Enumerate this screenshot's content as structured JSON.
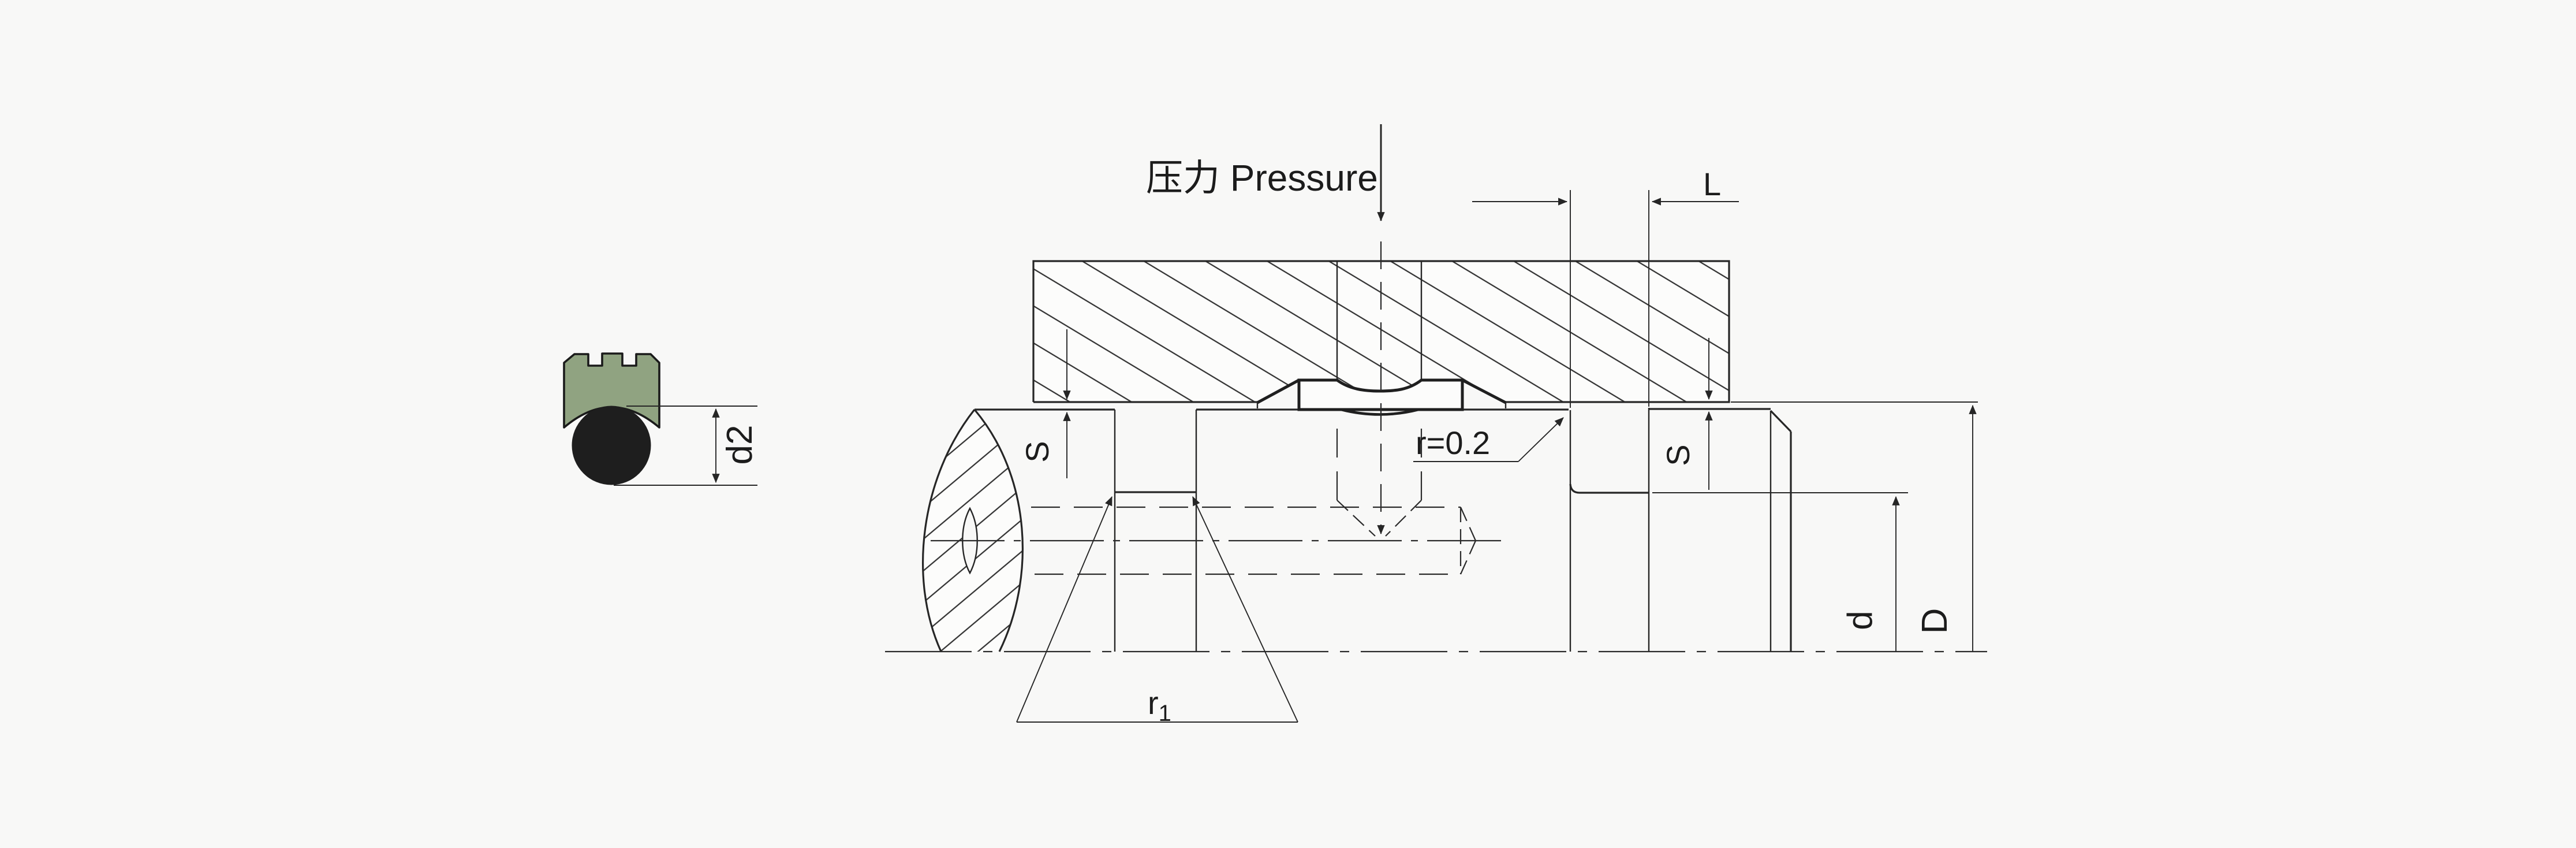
{
  "drawing": {
    "pressure_label": "压力 Pressure",
    "dims": {
      "groove_length": "L",
      "clearance_left": "S",
      "clearance_right": "S",
      "corner_radius_note": "r=0.2",
      "bottom_radius_base": "r",
      "bottom_radius_sub": "1",
      "seal_section_diameter": "d2",
      "rod_diameter": "d",
      "bore_diameter": "D"
    },
    "colors": {
      "line": "#262626",
      "seal_cap_green": "#90a381",
      "o_ring_black": "#1e1e1e",
      "background": "#f8f8f7",
      "hatch": "#303030"
    }
  }
}
